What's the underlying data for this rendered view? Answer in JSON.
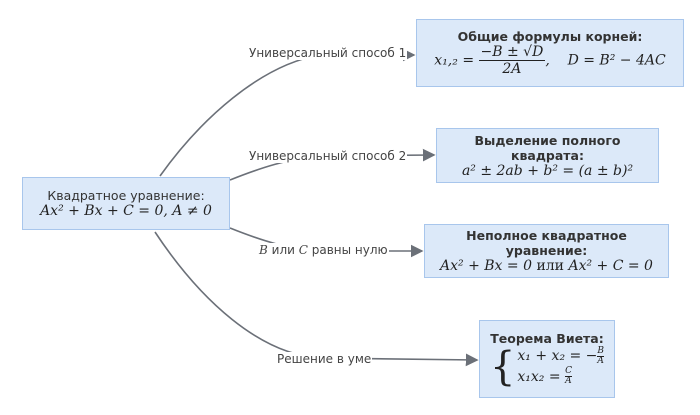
{
  "root": {
    "title": "Квадратное уравнение:",
    "formula": "Ax² + Bx + C = 0,   A ≠ 0"
  },
  "edges": [
    {
      "label": "Универсальный способ 1"
    },
    {
      "label": "Универсальный способ 2"
    },
    {
      "label_prefix": "B",
      "label_mid": " или ",
      "label_var": "C",
      "label_suffix": " равны нулю"
    },
    {
      "label": "Решение в уме"
    }
  ],
  "nodes": [
    {
      "title": "Общие формулы корней:",
      "lhs": "x₁,₂ =",
      "num": "−B ± √D",
      "den": "2A",
      "rest": ",    D = B² − 4AC"
    },
    {
      "title": "Выделение полного квадрата:",
      "formula": "a² ± 2ab + b² = (a ± b)²"
    },
    {
      "title": "Неполное квадратное уравнение:",
      "formula_a": "Ax² + Bx = 0",
      "or": " или ",
      "formula_b": "Ax² + C = 0"
    },
    {
      "title": "Теорема Виета:",
      "line1": "x₁ + x₂ = −",
      "l1_num": "B",
      "l1_den": "A",
      "line2": "x₁x₂ = ",
      "l2_num": "C",
      "l2_den": "A"
    }
  ],
  "colors": {
    "node_fill": "#dce9f9",
    "node_border": "#a8c6ec",
    "edge": "#6b7078"
  }
}
